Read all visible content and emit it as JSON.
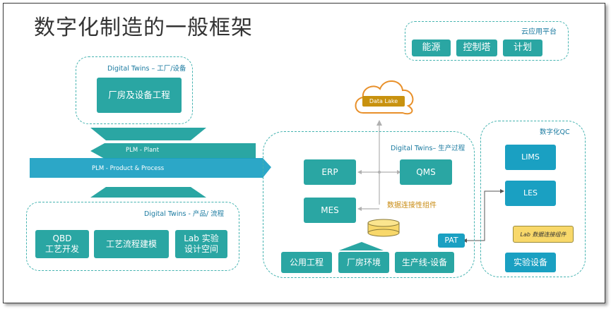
{
  "title": "数字化制造的一般框架",
  "cloud": {
    "label": "云应用平台",
    "items": [
      "能源",
      "控制塔",
      "计划"
    ]
  },
  "plant_twin": {
    "label": "Digital Twins – 工厂/设备",
    "box": "厂房及设备工程"
  },
  "arrows": {
    "plant": "PLM - Plant",
    "product": "PLM - Product & Process"
  },
  "product_twin": {
    "label": "Digital Twins - 产品/ 流程",
    "items": [
      {
        "line1": "QBD",
        "line2": "工艺开发"
      },
      {
        "line1": "工艺流程建模",
        "line2": ""
      },
      {
        "line1": "Lab 实验",
        "line2": "设计空间"
      }
    ]
  },
  "data_lake": "Data Lake",
  "production_twin": {
    "label": "Digital Twins– 生产过程",
    "erp": "ERP",
    "qms": "QMS",
    "mes": "MES",
    "connector": "数据连接性组件",
    "bottom": [
      "公用工程",
      "厂房环境",
      "生产线-设备"
    ],
    "pat": "PAT"
  },
  "qc": {
    "label": "数字化QC",
    "lims": "LIMS",
    "les": "LES",
    "lab_connector": "Lab 数据连接组件",
    "equipment": "实验设备"
  },
  "colors": {
    "teal": "#2aa6a3",
    "blue": "#1aa0c2",
    "dashed": "#45b3b0",
    "gold": "#c8920f",
    "yellow": "#f8d86a"
  }
}
